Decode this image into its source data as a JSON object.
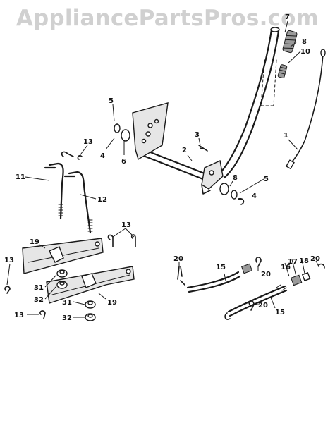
{
  "watermark": "AppliancePartsPros.com",
  "callouts": [
    {
      "id": "c1",
      "text": "1"
    },
    {
      "id": "c2",
      "text": "2"
    },
    {
      "id": "c3",
      "text": "3"
    },
    {
      "id": "c4a",
      "text": "4"
    },
    {
      "id": "c4b",
      "text": "4"
    },
    {
      "id": "c5a",
      "text": "5"
    },
    {
      "id": "c5b",
      "text": "5"
    },
    {
      "id": "c6",
      "text": "6"
    },
    {
      "id": "c7",
      "text": "7"
    },
    {
      "id": "c8a",
      "text": "8"
    },
    {
      "id": "c8b",
      "text": "8"
    },
    {
      "id": "c10",
      "text": "10"
    },
    {
      "id": "c11",
      "text": "11"
    },
    {
      "id": "c12",
      "text": "12"
    },
    {
      "id": "c13a",
      "text": "13"
    },
    {
      "id": "c13b",
      "text": "13"
    },
    {
      "id": "c13c",
      "text": "13"
    },
    {
      "id": "c13d",
      "text": "13"
    },
    {
      "id": "c15a",
      "text": "15"
    },
    {
      "id": "c15b",
      "text": "15"
    },
    {
      "id": "c16",
      "text": "16"
    },
    {
      "id": "c17",
      "text": "17"
    },
    {
      "id": "c18",
      "text": "18"
    },
    {
      "id": "c19a",
      "text": "19"
    },
    {
      "id": "c19b",
      "text": "19"
    },
    {
      "id": "c20a",
      "text": "20"
    },
    {
      "id": "c20b",
      "text": "20"
    },
    {
      "id": "c20c",
      "text": "20"
    },
    {
      "id": "c20d",
      "text": "20"
    },
    {
      "id": "c31a",
      "text": "31"
    },
    {
      "id": "c31b",
      "text": "31"
    },
    {
      "id": "c32a",
      "text": "32"
    },
    {
      "id": "c32b",
      "text": "32"
    }
  ]
}
